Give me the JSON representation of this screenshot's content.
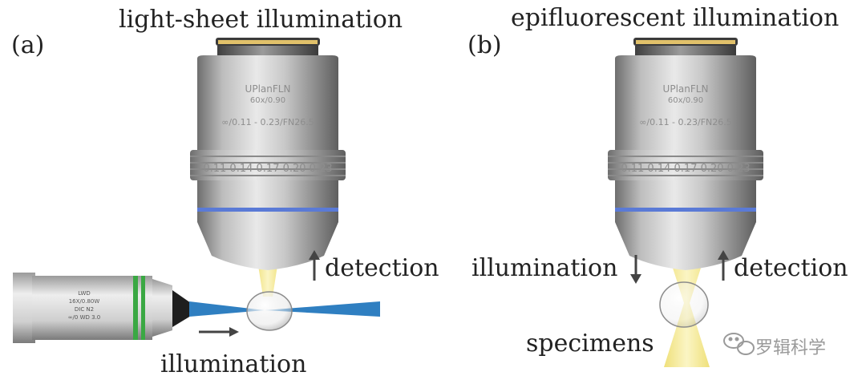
{
  "panel_a": {
    "letter": "(a)",
    "title": "light-sheet illumination",
    "objective_text": {
      "brand": "UPlanFLN",
      "magnification": "60x/0.90",
      "coverglass": "∞/0.11 - 0.23/FN26.5",
      "scale": "0.11 0.14 0.17 0.20 0.23"
    },
    "side_objective_text": [
      "LWD",
      "16X/0.80W",
      "DIC N2",
      "∞/0 WD 3.0"
    ],
    "labels": {
      "detection": "detection",
      "illumination": "illumination"
    }
  },
  "panel_b": {
    "letter": "(b)",
    "title": "epifluorescent illumination",
    "objective_text": {
      "brand": "UPlanFLN",
      "magnification": "60x/0.90",
      "coverglass": "∞/0.11 - 0.23/FN26.5",
      "scale": "0.11 0.14 0.17 0.20 0.23"
    },
    "labels": {
      "illumination": "illumination",
      "detection": "detection",
      "specimens": "specimens"
    }
  },
  "watermark": {
    "text": "罗辑科学",
    "icon": "wechat-icon"
  },
  "colors": {
    "light_sheet_beam": "#2f7fc1",
    "detection_cone": "#f4e88a",
    "objective_body": "#c9c9c9",
    "objective_rim": "#e1c16a",
    "blue_band": "#5a7ad6",
    "green_band": "#3aa843"
  }
}
